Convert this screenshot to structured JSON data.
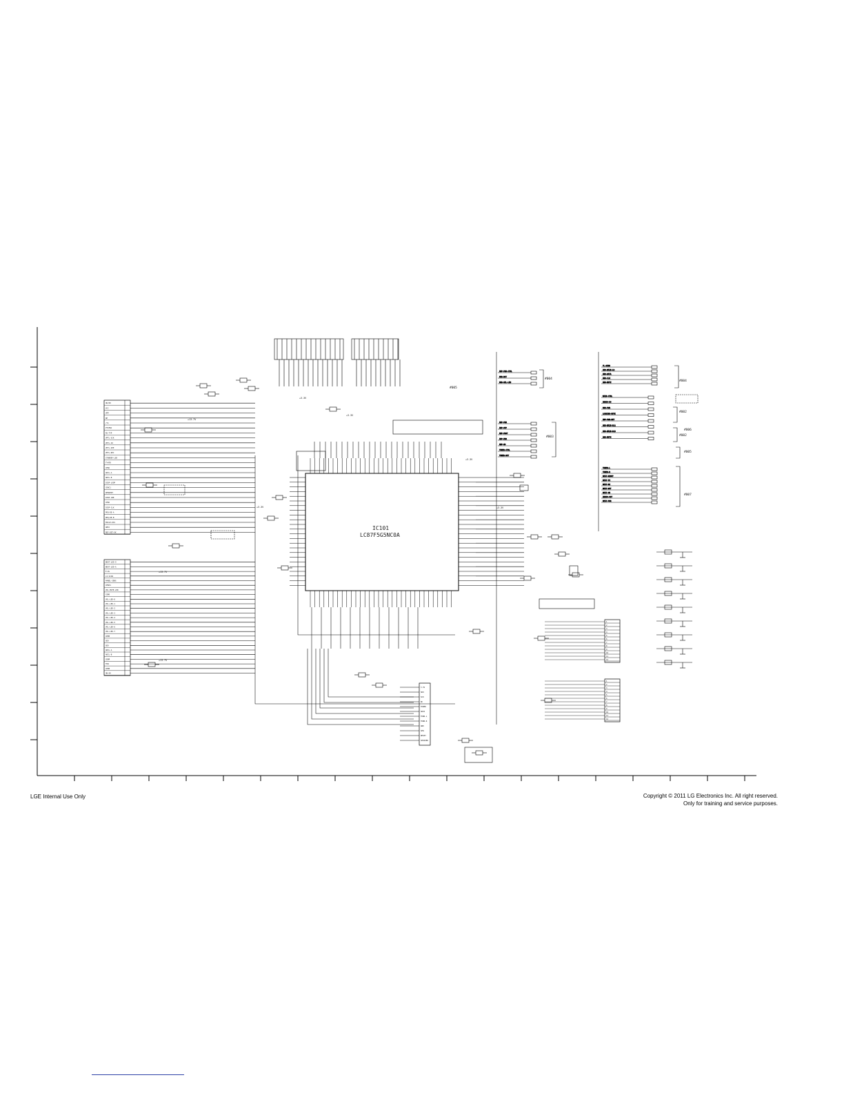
{
  "document": {
    "footer_left": "LGE Internal Use Only",
    "footer_right_line1": "Copyright © 2011 LG Electronics Inc. All right reserved.",
    "footer_right_line2": "Only for training and service purposes."
  },
  "schematic": {
    "main_ic": {
      "ref": "IC101",
      "part": "LC87F5G5NC0A"
    },
    "rails": [
      "+3.3V",
      "+3.3V",
      "+3.3V",
      "+3.3V",
      "+3.3V",
      "+13.7V",
      "+13.7V",
      "+13.7V"
    ],
    "sheet_refs": [
      "#003",
      "#004",
      "#005",
      "#002",
      "#004",
      "#002",
      "#005",
      "#006",
      "#007"
    ],
    "left_connector_a": [
      "OK/OK",
      "VCC",
      "VPP",
      "RE",
      "/Y1",
      "PTCENC",
      "RS-TYP",
      "VPTL-SCK",
      "VPTL-SO",
      "VPTL-SEE",
      "VPTL-REC",
      "STANDBY-LED",
      "TY4TR",
      "CENC",
      "ADIL-A",
      "ADIL-B",
      "DISP-LOOP",
      "CENC1",
      "DENSENT",
      "DISP-LNK",
      "CENC",
      "DISP-CLK",
      "PEQ-DE-A",
      "PEQ-DE-B",
      "MICLE-DIS",
      "AMIC",
      "REF-DET-OK"
    ],
    "left_connector_b": [
      "BEAT-LED-O",
      "BEAT-LED-A",
      "E-DL",
      "LI-SCAN",
      "PANEL-SENS",
      "CENCS",
      "VOL-MUTE-LED",
      "SIMO",
      "VOL-LED-0",
      "VOL-LED-1",
      "VOL-LED-2",
      "VOL-LED-3",
      "VOL-LED-4",
      "VOL-LED-5",
      "VOL-LED-6",
      "VOL-LED-7",
      "CEMP",
      "SEO",
      "SEO",
      "ADIL-A",
      "ADIL-B",
      "CEMP",
      "TUN",
      "CEMP",
      "ON-OK"
    ],
    "right_signals_top": [
      "FL-SENS",
      "AUD-MAIN-LR",
      "AUD-DATA",
      "AUD-CLK",
      "AUD-MUTE"
    ],
    "right_signals_mid": [
      "MAIN-CTRL",
      "AUDIO-DO",
      "USB-PWR",
      "LOADING-MUTE",
      "AMP-PWR-DET",
      "AUD-MAIN-DLA",
      "AUD-MAIN-DLB",
      "AUD-MUTE"
    ],
    "right_signals_low": [
      "TUNER-L",
      "TUNER-R",
      "BEAT-RESET",
      "BEAT-TX",
      "BEAT-RX",
      "BEAT-DET",
      "BEAT-ON",
      "AUDIO-OUT",
      "BEAT-PWR"
    ],
    "mid_signals": [
      "AMP-PWR-CTRL",
      "USB-RST",
      "USB-SEL-LED",
      "AMP-PWR",
      "AMP-OVP",
      "AMP-PROT",
      "AMP-ERR",
      "AMP-SD",
      "TUNER-CTRL",
      "TUNER-RST"
    ],
    "tuner_pins": [
      "3.3V",
      "SD0",
      "SCK",
      "NC",
      "TUNER",
      "SDIO",
      "TUNR-L",
      "TUNR-R",
      "GND",
      "SEN",
      "RESET",
      "SPEAKER"
    ],
    "amp_pins_a": [
      "1",
      "2",
      "3",
      "4",
      "5",
      "6",
      "7",
      "8",
      "9",
      "10",
      "11",
      "12"
    ],
    "amp_pins_b": [
      "1",
      "2",
      "3",
      "4",
      "5",
      "6",
      "7",
      "8",
      "9",
      "10",
      "11",
      "12"
    ],
    "grid_ticks_bottom": 20,
    "grid_ticks_left": 11
  }
}
